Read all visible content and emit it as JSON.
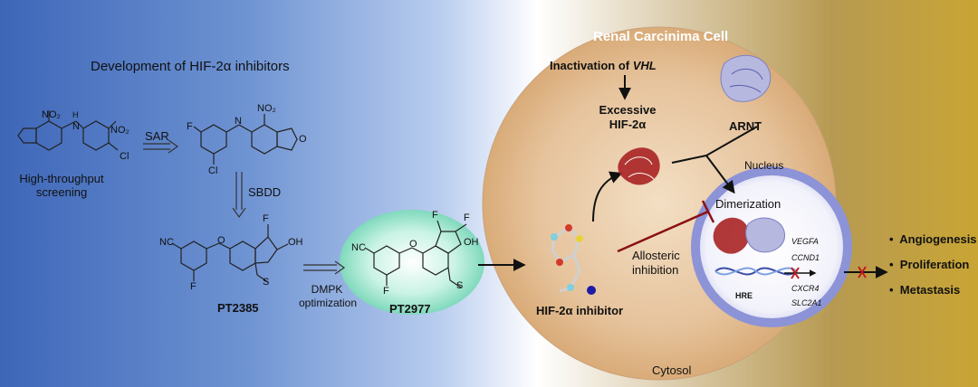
{
  "diagram": {
    "left_title": "Development of HIF-2α inhibitors",
    "steps": {
      "sar": "SAR",
      "sbdd": "SBDD",
      "dmpk": "DMPK\noptimization",
      "hts": "High-throughput\nscreening"
    },
    "compounds": {
      "pt2385": "PT2385",
      "pt2977": "PT2977"
    },
    "chem_labels": {
      "no2": "NO₂",
      "nh": "N",
      "h": "H",
      "cl": "Cl",
      "f": "F",
      "nc": "NC",
      "oh": "OH",
      "o": "O",
      "s": "S",
      "n": "N",
      "ring_o": "O"
    },
    "cell": {
      "title": "Renal Carcinima Cell",
      "vhl_prefix": "Inactivation of ",
      "vhl": "VHL",
      "excess": "Excessive\nHIF-2α",
      "arnt": "ARNT",
      "nucleus": "Nucleus",
      "dimerization": "Dimerization",
      "allosteric": "Allosteric\ninhibition",
      "inhibitor": "HIF-2α inhibitor",
      "cytosol": "Cytosol",
      "hre": "HRE",
      "genes": [
        "VEGFA",
        "CCND1",
        "CXCR4",
        "SLC2A1"
      ]
    },
    "outcomes": [
      "Angiogenesis",
      "Proliferation",
      "Metastasis"
    ],
    "colors": {
      "cell_fill": "#e8c9a3",
      "nucleus_ring": "#8c93d6",
      "protein_red": "#9b1c1c",
      "protein_violet": "#a7a9d8",
      "inhibit_line": "#8a1111",
      "pt2977_glow": "#7fe0c0"
    }
  }
}
